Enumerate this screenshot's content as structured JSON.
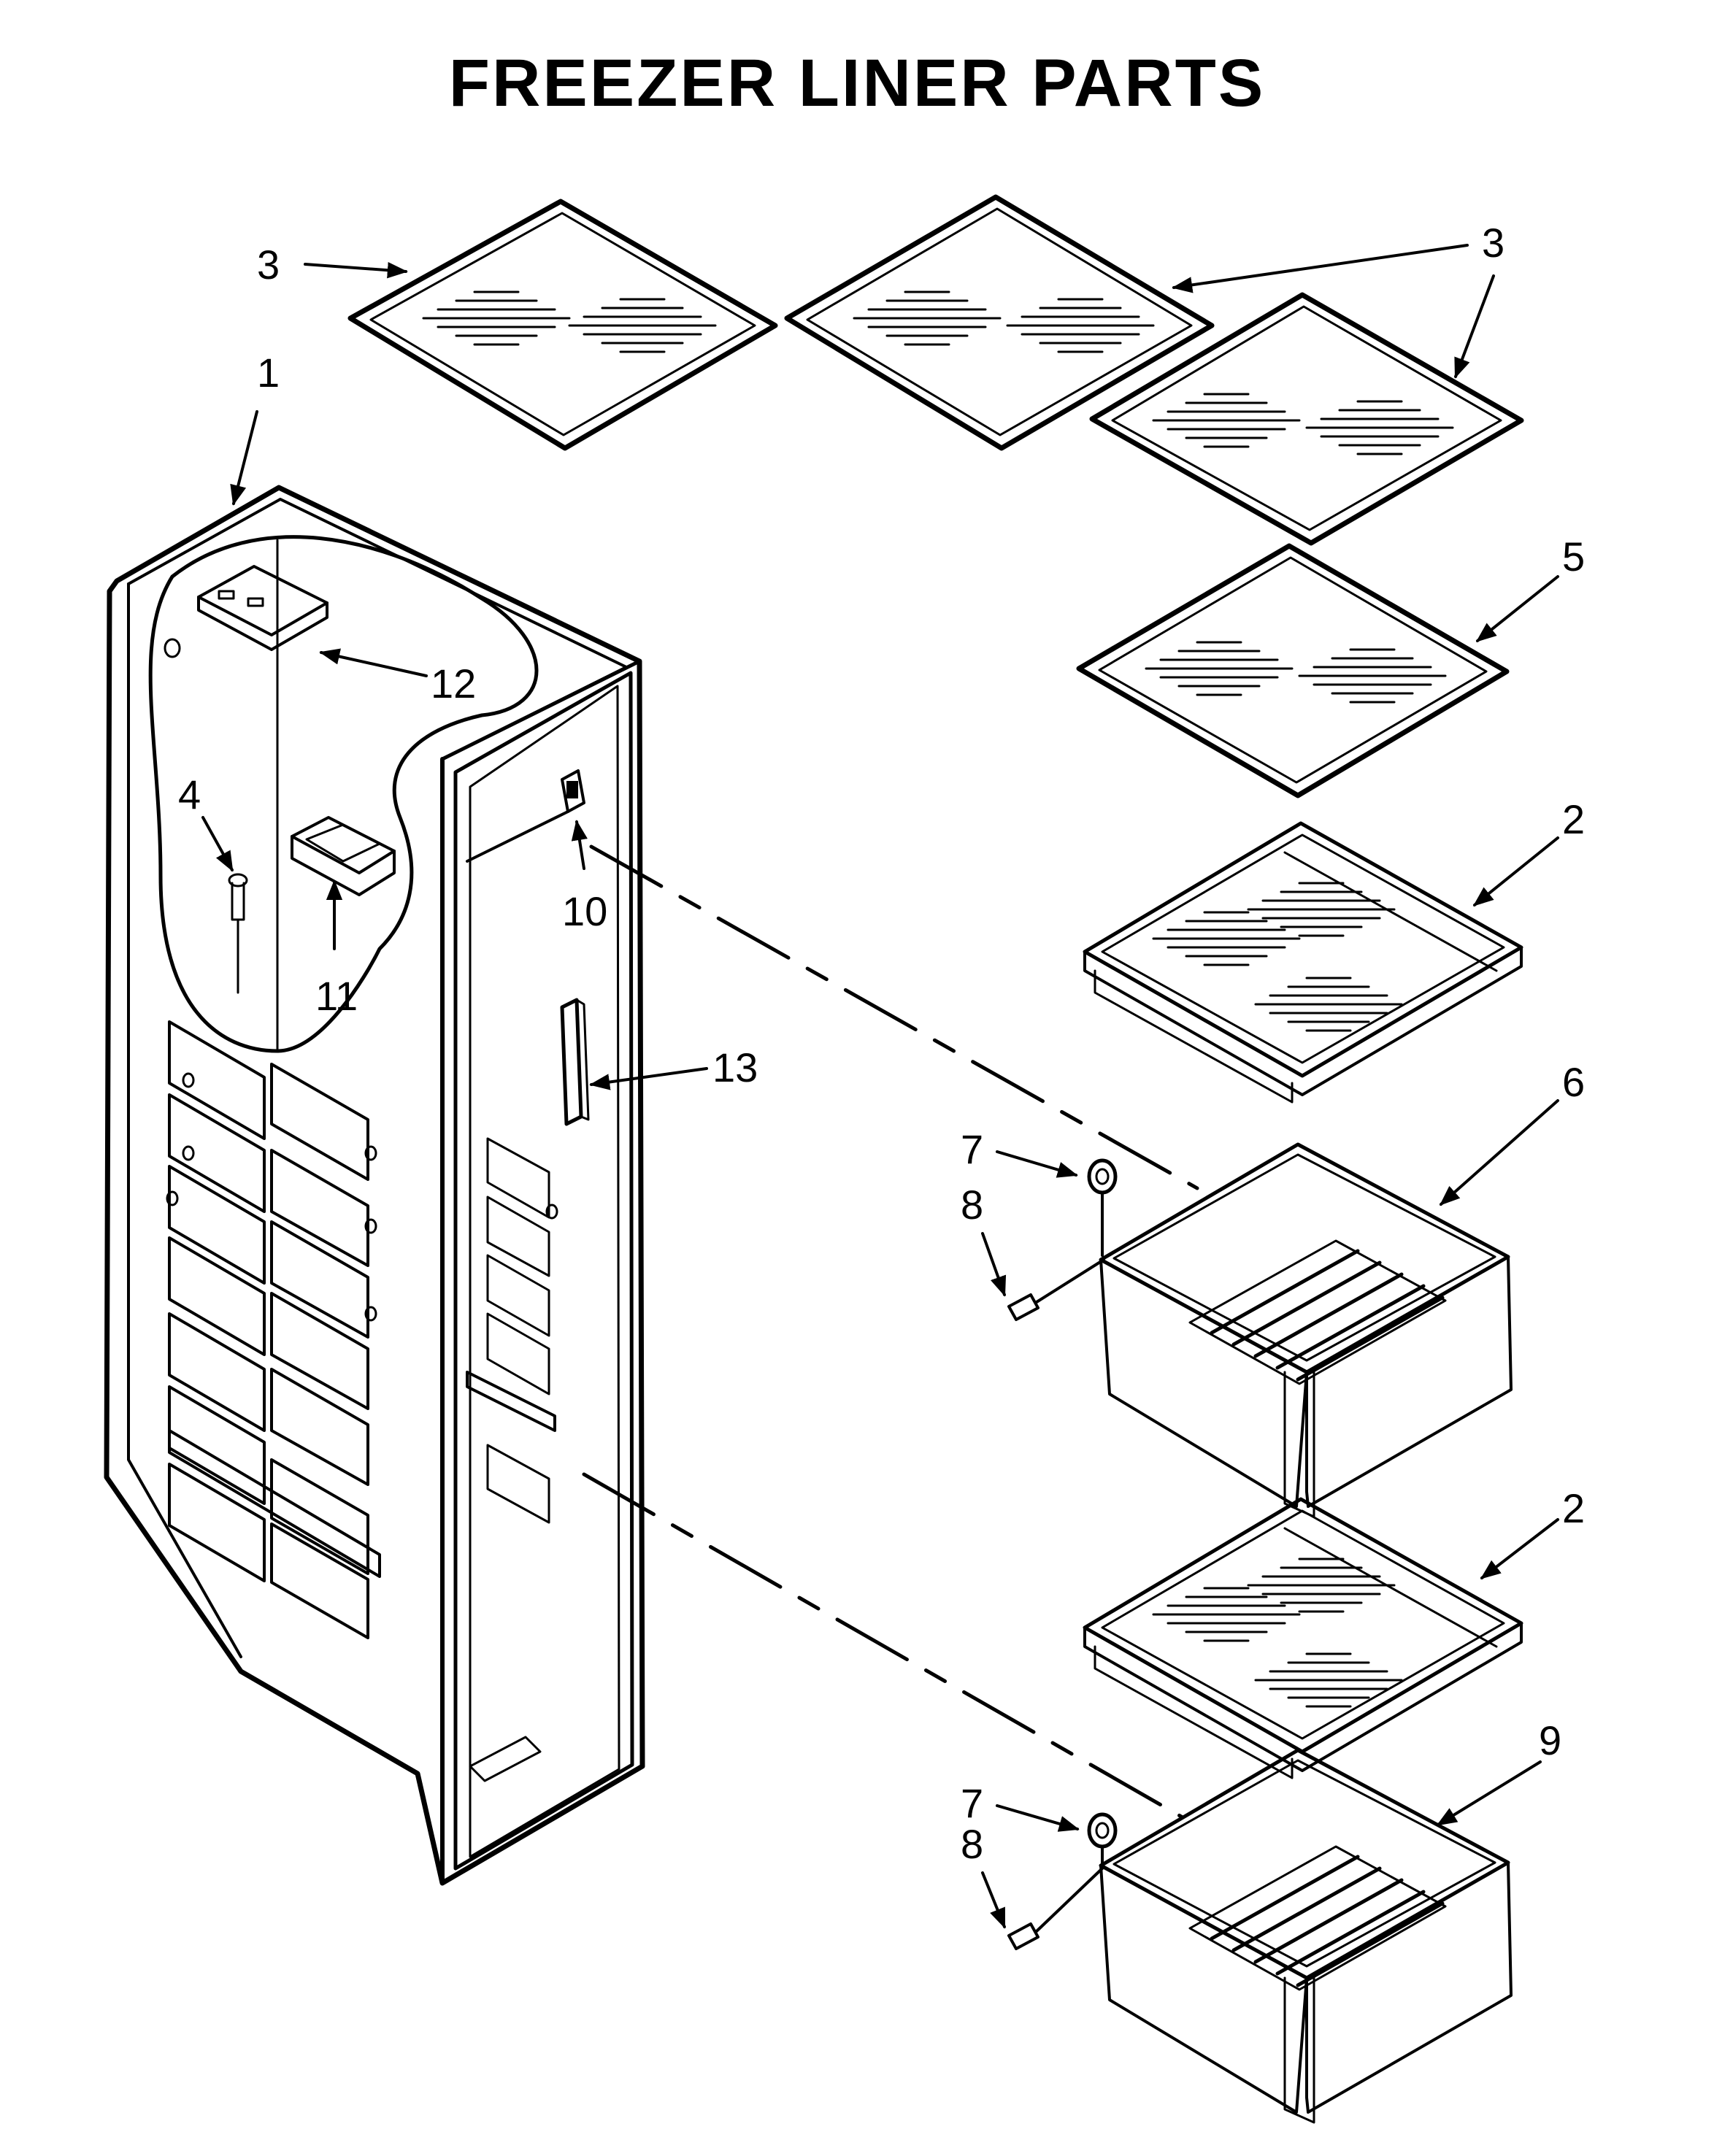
{
  "title": "FREEZER LINER PARTS",
  "callouts": [
    {
      "id": "c3a",
      "label": "3"
    },
    {
      "id": "c3b",
      "label": "3"
    },
    {
      "id": "c1",
      "label": "1"
    },
    {
      "id": "c5",
      "label": "5"
    },
    {
      "id": "c12",
      "label": "12"
    },
    {
      "id": "c2a",
      "label": "2"
    },
    {
      "id": "c4",
      "label": "4"
    },
    {
      "id": "c10",
      "label": "10"
    },
    {
      "id": "c11",
      "label": "11"
    },
    {
      "id": "c13",
      "label": "13"
    },
    {
      "id": "c6",
      "label": "6"
    },
    {
      "id": "c7a",
      "label": "7"
    },
    {
      "id": "c8a",
      "label": "8"
    },
    {
      "id": "c2b",
      "label": "2"
    },
    {
      "id": "c9",
      "label": "9"
    },
    {
      "id": "c7b",
      "label": "7"
    },
    {
      "id": "c8b",
      "label": "8"
    }
  ]
}
